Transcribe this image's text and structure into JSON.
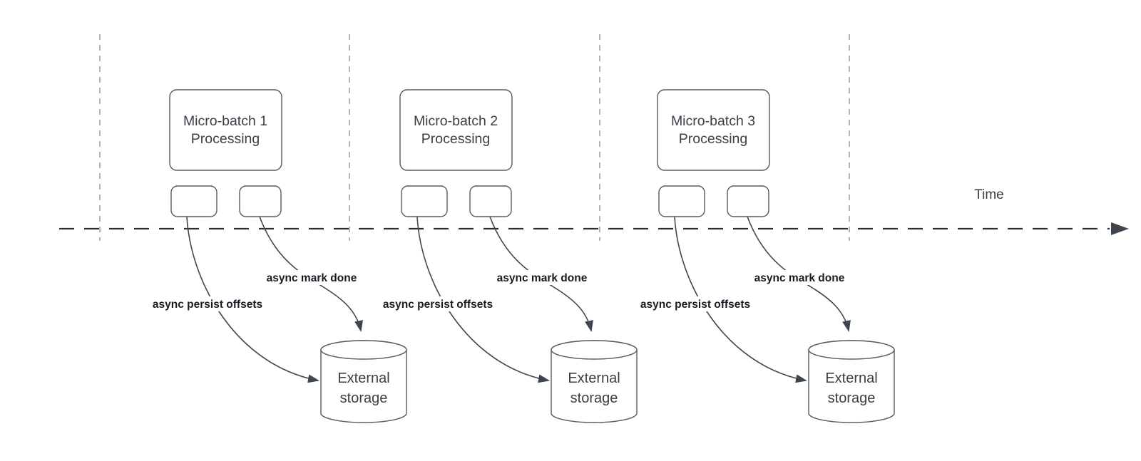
{
  "diagram": {
    "axis": {
      "label": "Time"
    },
    "batches": [
      {
        "box_line1": "Micro-batch 1",
        "box_line2": "Processing",
        "persist_label": "async persist offsets",
        "done_label": "async mark done",
        "storage_line1": "External",
        "storage_line2": "storage"
      },
      {
        "box_line1": "Micro-batch 2",
        "box_line2": "Processing",
        "persist_label": "async persist offsets",
        "done_label": "async mark done",
        "storage_line1": "External",
        "storage_line2": "storage"
      },
      {
        "box_line1": "Micro-batch 3",
        "box_line2": "Processing",
        "persist_label": "async persist offsets",
        "done_label": "async mark done",
        "storage_line1": "External",
        "storage_line2": "storage"
      }
    ],
    "colors": {
      "shape_stroke": "#565c63",
      "text": "#3a4046",
      "label": "#171c22",
      "arrow": "#3f464d",
      "axis": "#2b2e31",
      "guide": "#a4a6a8",
      "background": "#ffffff"
    }
  }
}
